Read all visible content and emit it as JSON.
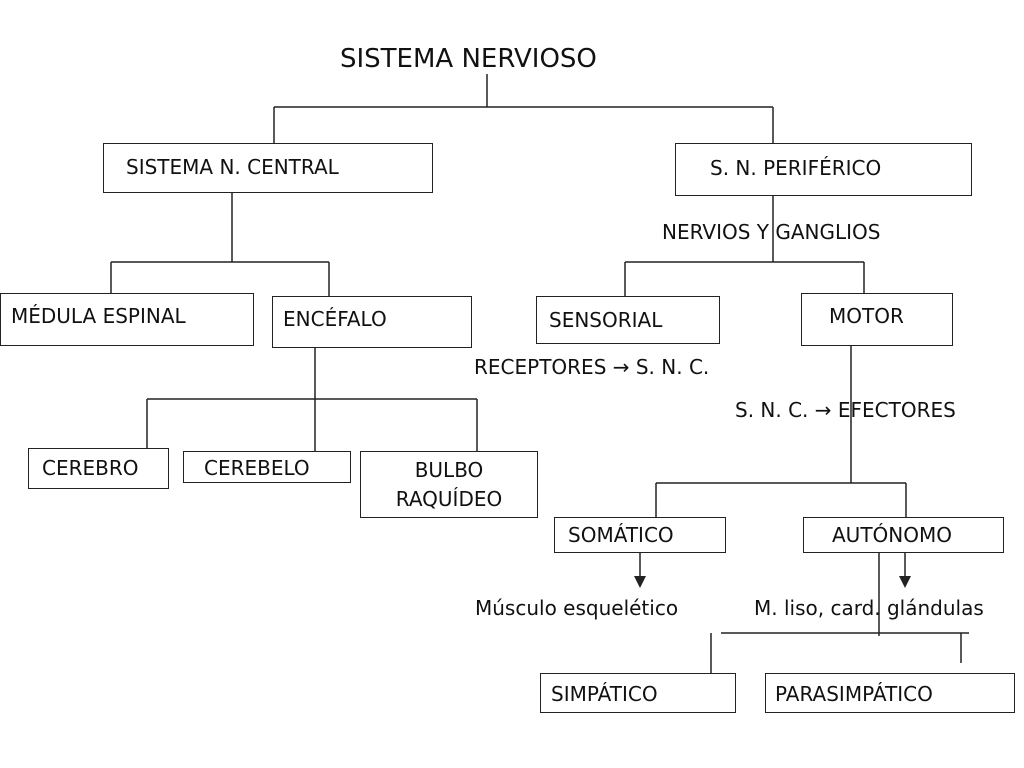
{
  "title": "SISTEMA NERVIOSO",
  "nodes": {
    "snc": "SISTEMA N. CENTRAL",
    "snp": "S. N. PERIFÉRICO",
    "medula": "MÉDULA ESPINAL",
    "encefalo": "ENCÉFALO",
    "sensorial": "SENSORIAL",
    "motor": "MOTOR",
    "cerebro": "CEREBRO",
    "cerebelo": "CEREBELO",
    "bulbo_line1": "BULBO",
    "bulbo_line2": "RAQUÍDEO",
    "somatico": "SOMÁTICO",
    "autonomo": "AUTÓNOMO",
    "simpatico": "SIMPÁTICO",
    "parasimpatico": "PARASIMPÁTICO"
  },
  "labels": {
    "nervios": "NERVIOS Y GANGLIOS",
    "receptores": "RECEPTORES → S. N. C.",
    "efectores": "S. N. C. → EFECTORES",
    "musculo": "Músculo  esquelético",
    "liso": "M. liso, card.  glándulas"
  }
}
